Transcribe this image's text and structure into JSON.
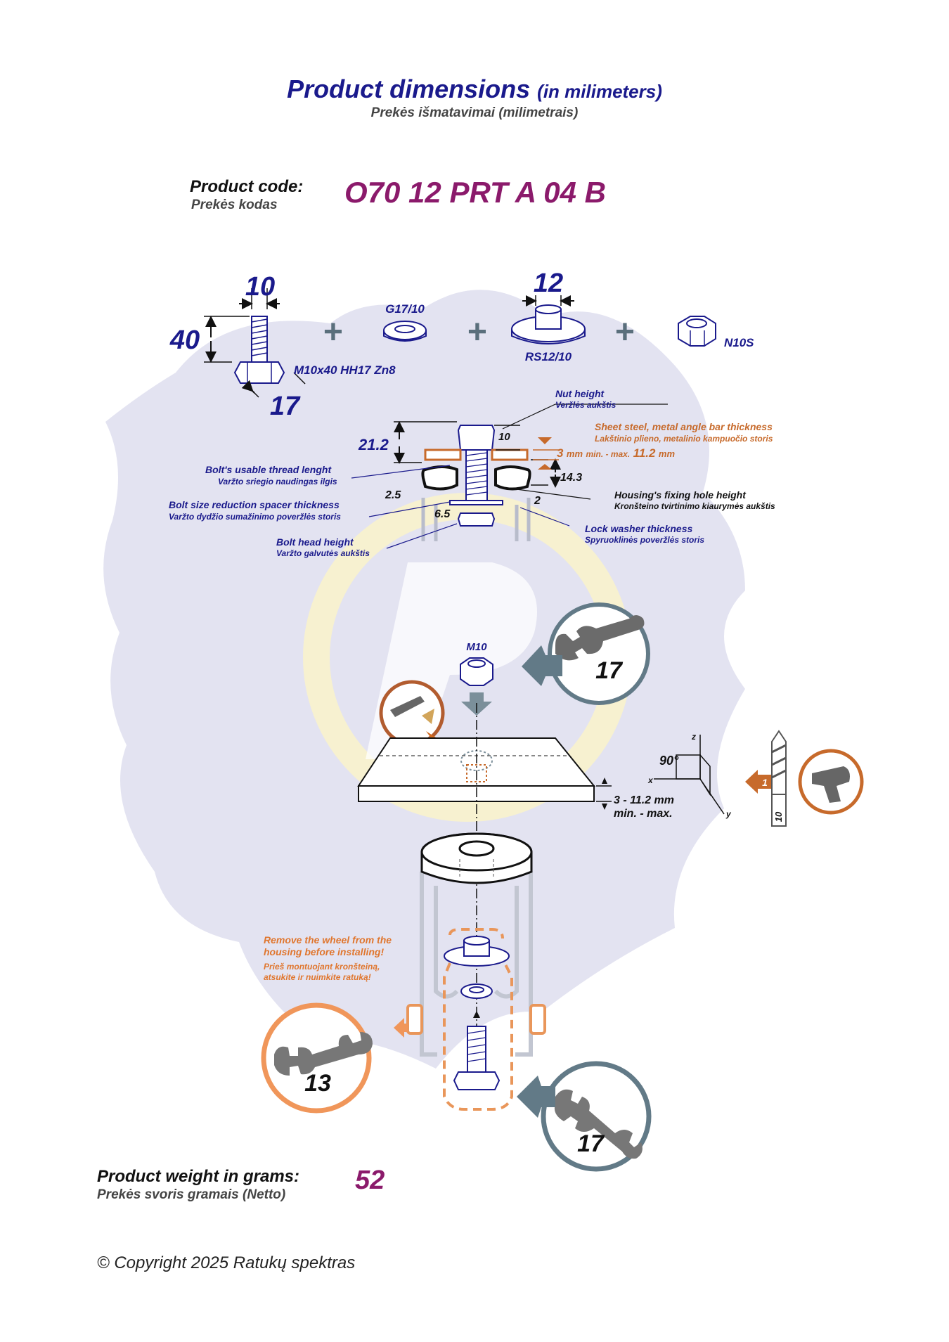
{
  "header": {
    "title": "Product dimensions",
    "title_unit": "(in milimeters)",
    "subtitle": "Prekės išmatavimai (milimetrais)"
  },
  "product_code": {
    "label": "Product code:",
    "label_sub": "Prekės kodas",
    "value": "O70 12 PRT A 04 B"
  },
  "components": {
    "bolt": {
      "diameter": "10",
      "length": "40",
      "head": "17",
      "name": "M10x40 HH17 Zn8"
    },
    "lock_washer": {
      "name": "G17/10"
    },
    "washer": {
      "diameter": "12",
      "name": "RS12/10"
    },
    "nut": {
      "name": "N10S"
    },
    "plus": "+"
  },
  "cross_section": {
    "total_height": "21.2",
    "nut_height_dim": "10",
    "housing_hole_dim": "14.3",
    "spacer_dim": "2.5",
    "lock_washer_dim": "2",
    "bolt_head_dim": "6.5",
    "sheet_min": "3",
    "sheet_unit1": "mm",
    "sheet_min_text": "min. - max.",
    "sheet_max": "11.2",
    "sheet_unit2": "mm",
    "labels": {
      "nut_height": "Nut height",
      "nut_height_lt": "Veržlės aukštis",
      "sheet_steel": "Sheet steel, metal angle bar thickness",
      "sheet_steel_lt": "Lakštinio plieno, metalinio kampuočio storis",
      "thread": "Bolt's usable thread lenght",
      "thread_lt": "Varžto sriegio naudingas ilgis",
      "housing_hole": "Housing's fixing hole height",
      "housing_hole_lt": "Kronšteino tvirtinimo kiaurymės aukštis",
      "spacer": "Bolt size reduction spacer thickness",
      "spacer_lt": "Varžto dydžio sumažinimo poveržlės storis",
      "lock_washer": "Lock washer thickness",
      "lock_washer_lt": "Spyruoklinės poveržlės storis",
      "bolt_head": "Bolt head height",
      "bolt_head_lt": "Varžto galvutės aukštis"
    }
  },
  "assembly": {
    "nut_label": "M10",
    "wrench_top": "17",
    "angle": "90°",
    "axis_x": "x",
    "axis_y": "y",
    "axis_z": "z",
    "step": "1",
    "drill_size": "10",
    "plate_range": "3 - 11.2 mm",
    "plate_range_sub": "min. - max.",
    "warning_en_1": "Remove the wheel from the",
    "warning_en_2": "housing before installing!",
    "warning_lt_1": "Prieš montuojant kronšteiną,",
    "warning_lt_2": "atsukite ir nuimkite ratuką!",
    "wrench_left": "13",
    "wrench_bottom": "17"
  },
  "weight": {
    "label": "Product weight in grams:",
    "label_sub": "Prekės svoris gramais (Netto)",
    "value": "52"
  },
  "footer": {
    "copyright": "© Copyright 2025 Ratukų spektras"
  },
  "colors": {
    "navy": "#1a1a8c",
    "magenta": "#8b1a6b",
    "orange": "#d2691e",
    "bg_shape": "#e3e3f1"
  }
}
